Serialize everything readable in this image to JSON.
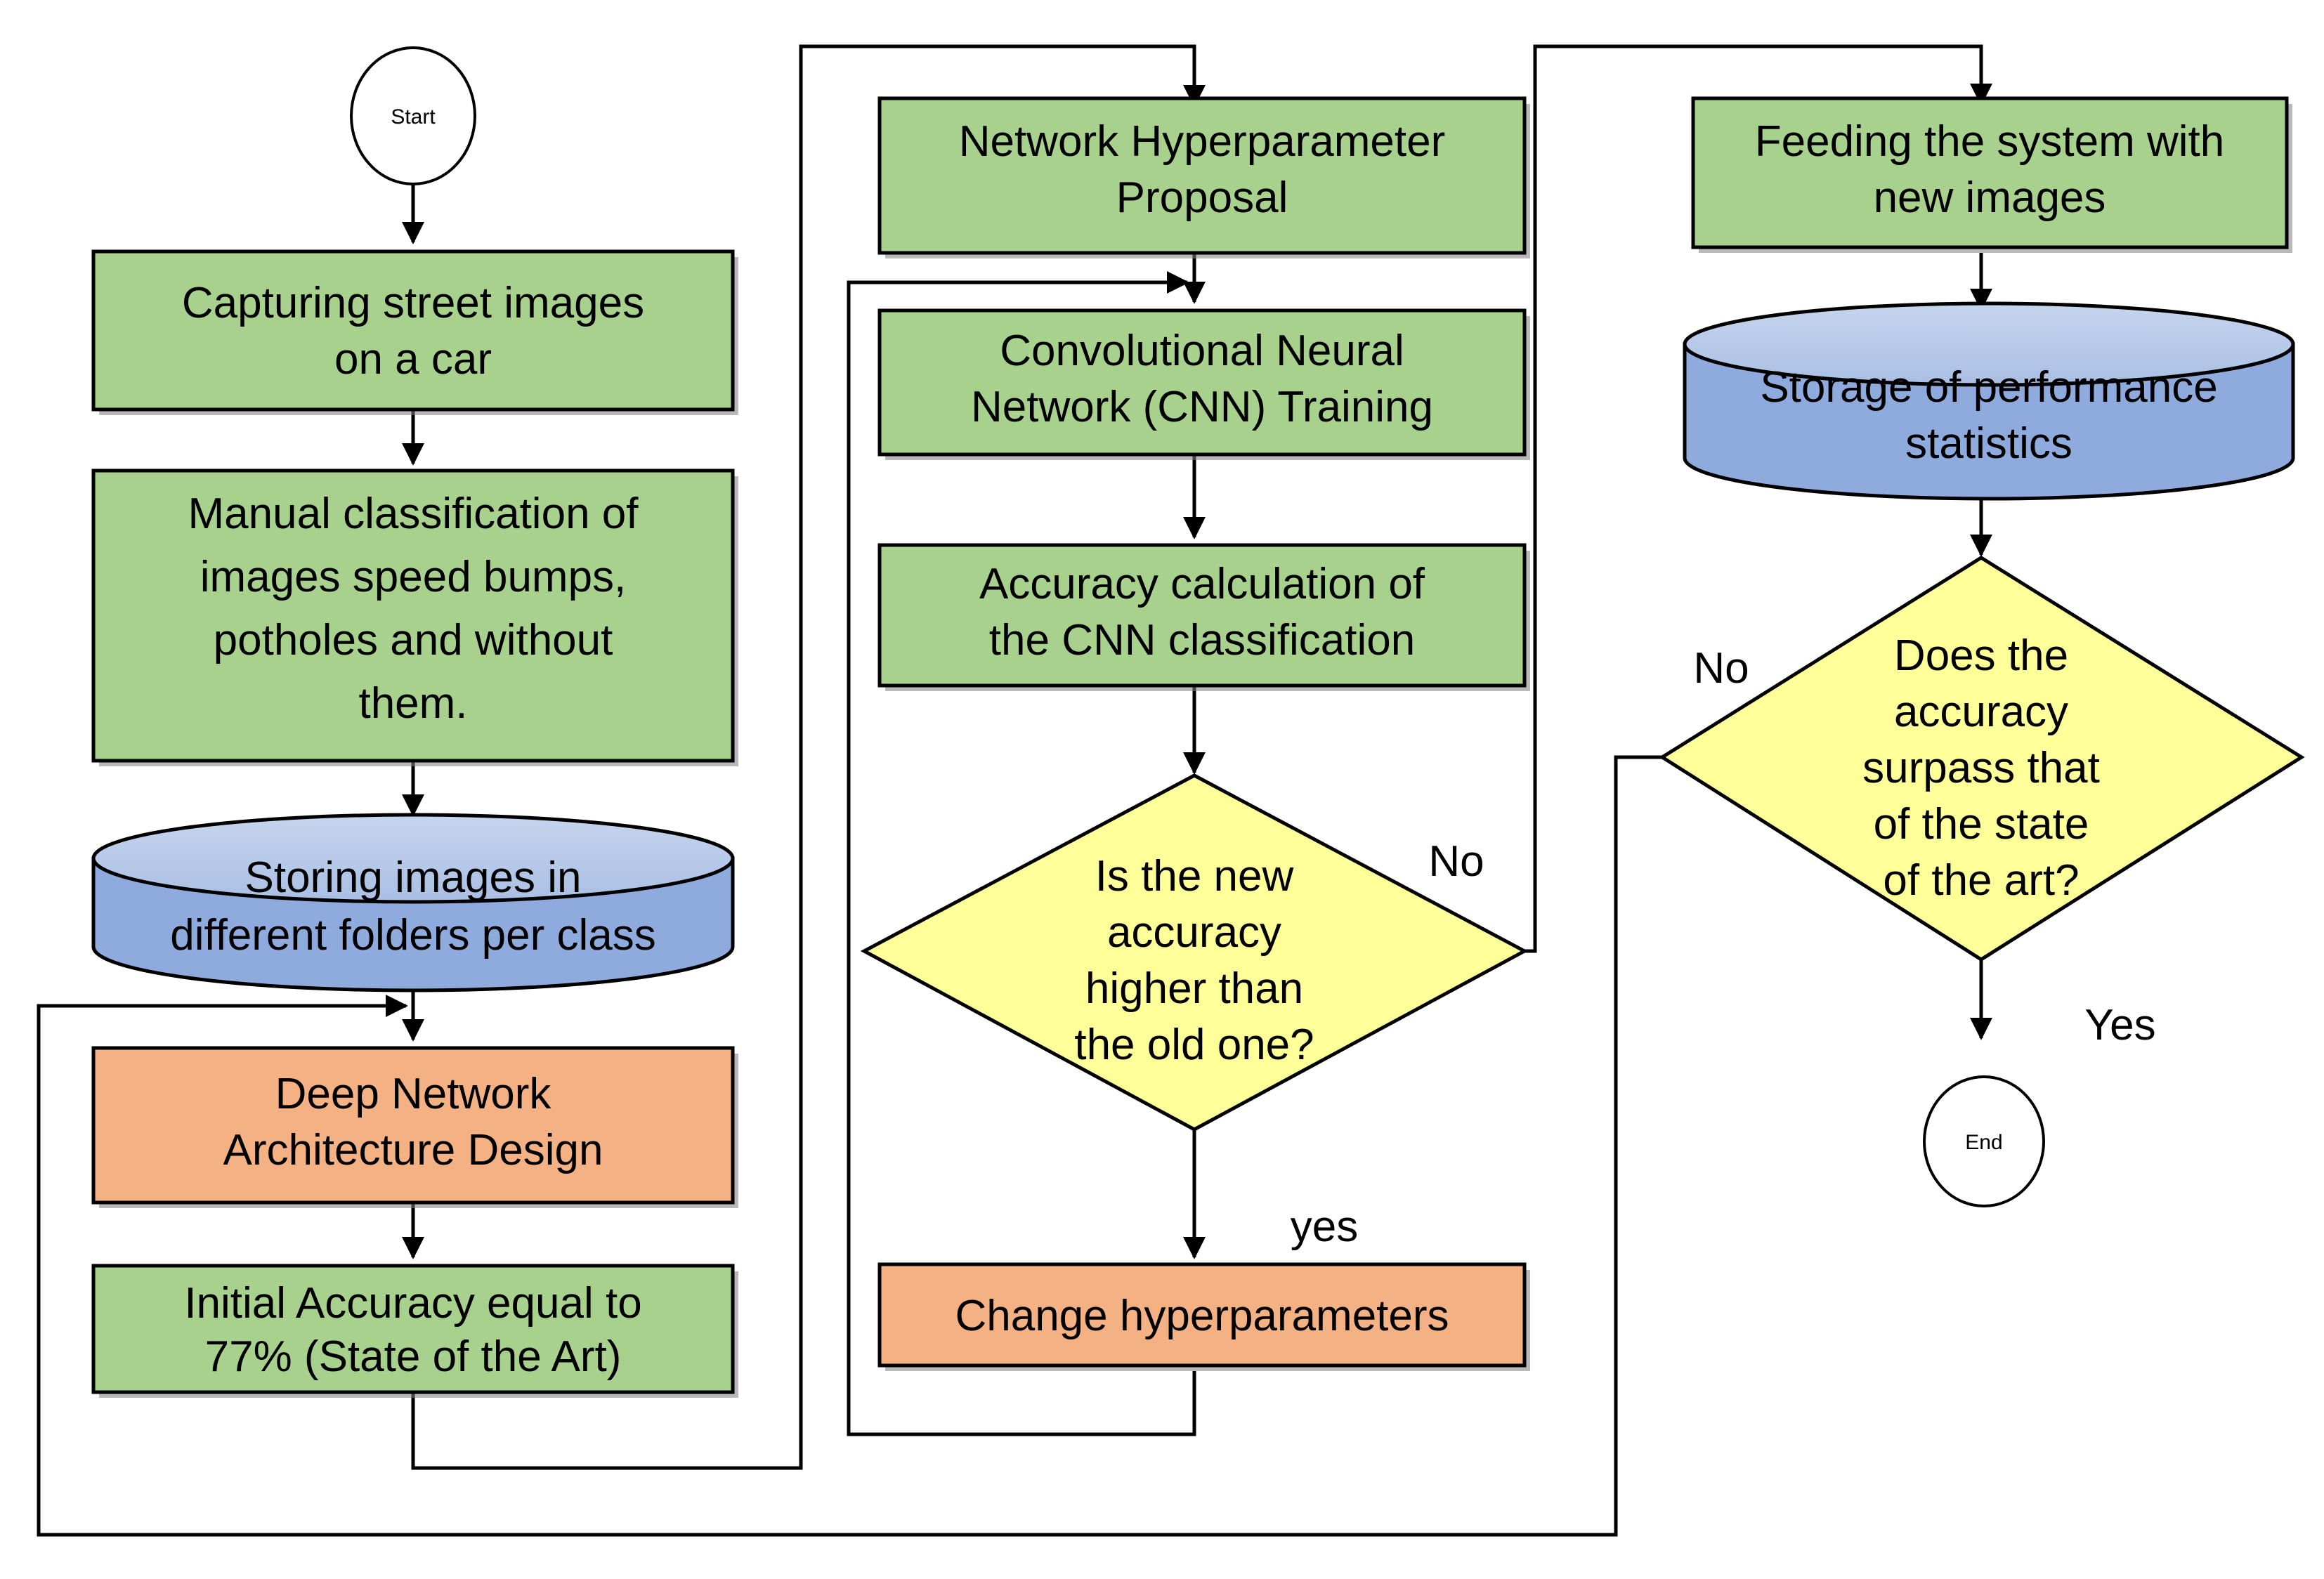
{
  "diagram": {
    "title": "CNN speed bump and pothole detection workflow",
    "colors": {
      "green": "#a9d18e",
      "blue": "#8faadc",
      "blue_top": "#b4c7e7",
      "orange": "#f4b183",
      "yellow": "#ffff99",
      "white": "#ffffff",
      "stroke": "#000000"
    },
    "nodes": {
      "start": {
        "label": "Start",
        "shape": "terminator"
      },
      "capture": {
        "line1": "Capturing street images",
        "line2": "on a car",
        "shape": "process",
        "color": "green"
      },
      "manual": {
        "line1": "Manual classification of",
        "line2": "images speed bumps,",
        "line3": "potholes and without",
        "line4": "them.",
        "shape": "process",
        "color": "green"
      },
      "storing": {
        "line1": "Storing images in",
        "line2": "different folders per class",
        "shape": "database",
        "color": "blue"
      },
      "design": {
        "line1": "Deep Network",
        "line2": "Architecture Design",
        "shape": "process",
        "color": "orange"
      },
      "initial": {
        "line1": "Initial Accuracy equal to",
        "line2": "77% (State of the Art)",
        "shape": "process",
        "color": "green"
      },
      "hyper": {
        "line1": "Network Hyperparameter",
        "line2": "Proposal",
        "shape": "process",
        "color": "green"
      },
      "cnn": {
        "line1": "Convolutional Neural",
        "line2": "Network (CNN) Training",
        "shape": "process",
        "color": "green"
      },
      "accuracy": {
        "line1": "Accuracy calculation of",
        "line2": "the CNN classification",
        "shape": "process",
        "color": "green"
      },
      "decision1": {
        "line1": "Is the new",
        "line2": "accuracy",
        "line3": "higher than",
        "line4": "the old one?",
        "shape": "decision",
        "color": "yellow"
      },
      "change": {
        "line1": "Change hyperparameters",
        "shape": "process",
        "color": "orange"
      },
      "feeding": {
        "line1": "Feeding the system with",
        "line2": "new images",
        "shape": "process",
        "color": "green"
      },
      "storage": {
        "line1": "Storage of performance",
        "line2": "statistics",
        "shape": "database",
        "color": "blue"
      },
      "decision2": {
        "line1": "Does the",
        "line2": "accuracy",
        "line3": "surpass that",
        "line4": "of the state",
        "line5": "of the art?",
        "shape": "decision",
        "color": "yellow"
      },
      "end": {
        "label": "End",
        "shape": "terminator"
      }
    },
    "edge_labels": {
      "decision1_no": "No",
      "decision1_yes": "yes",
      "decision2_no": "No",
      "decision2_yes": "Yes"
    }
  }
}
